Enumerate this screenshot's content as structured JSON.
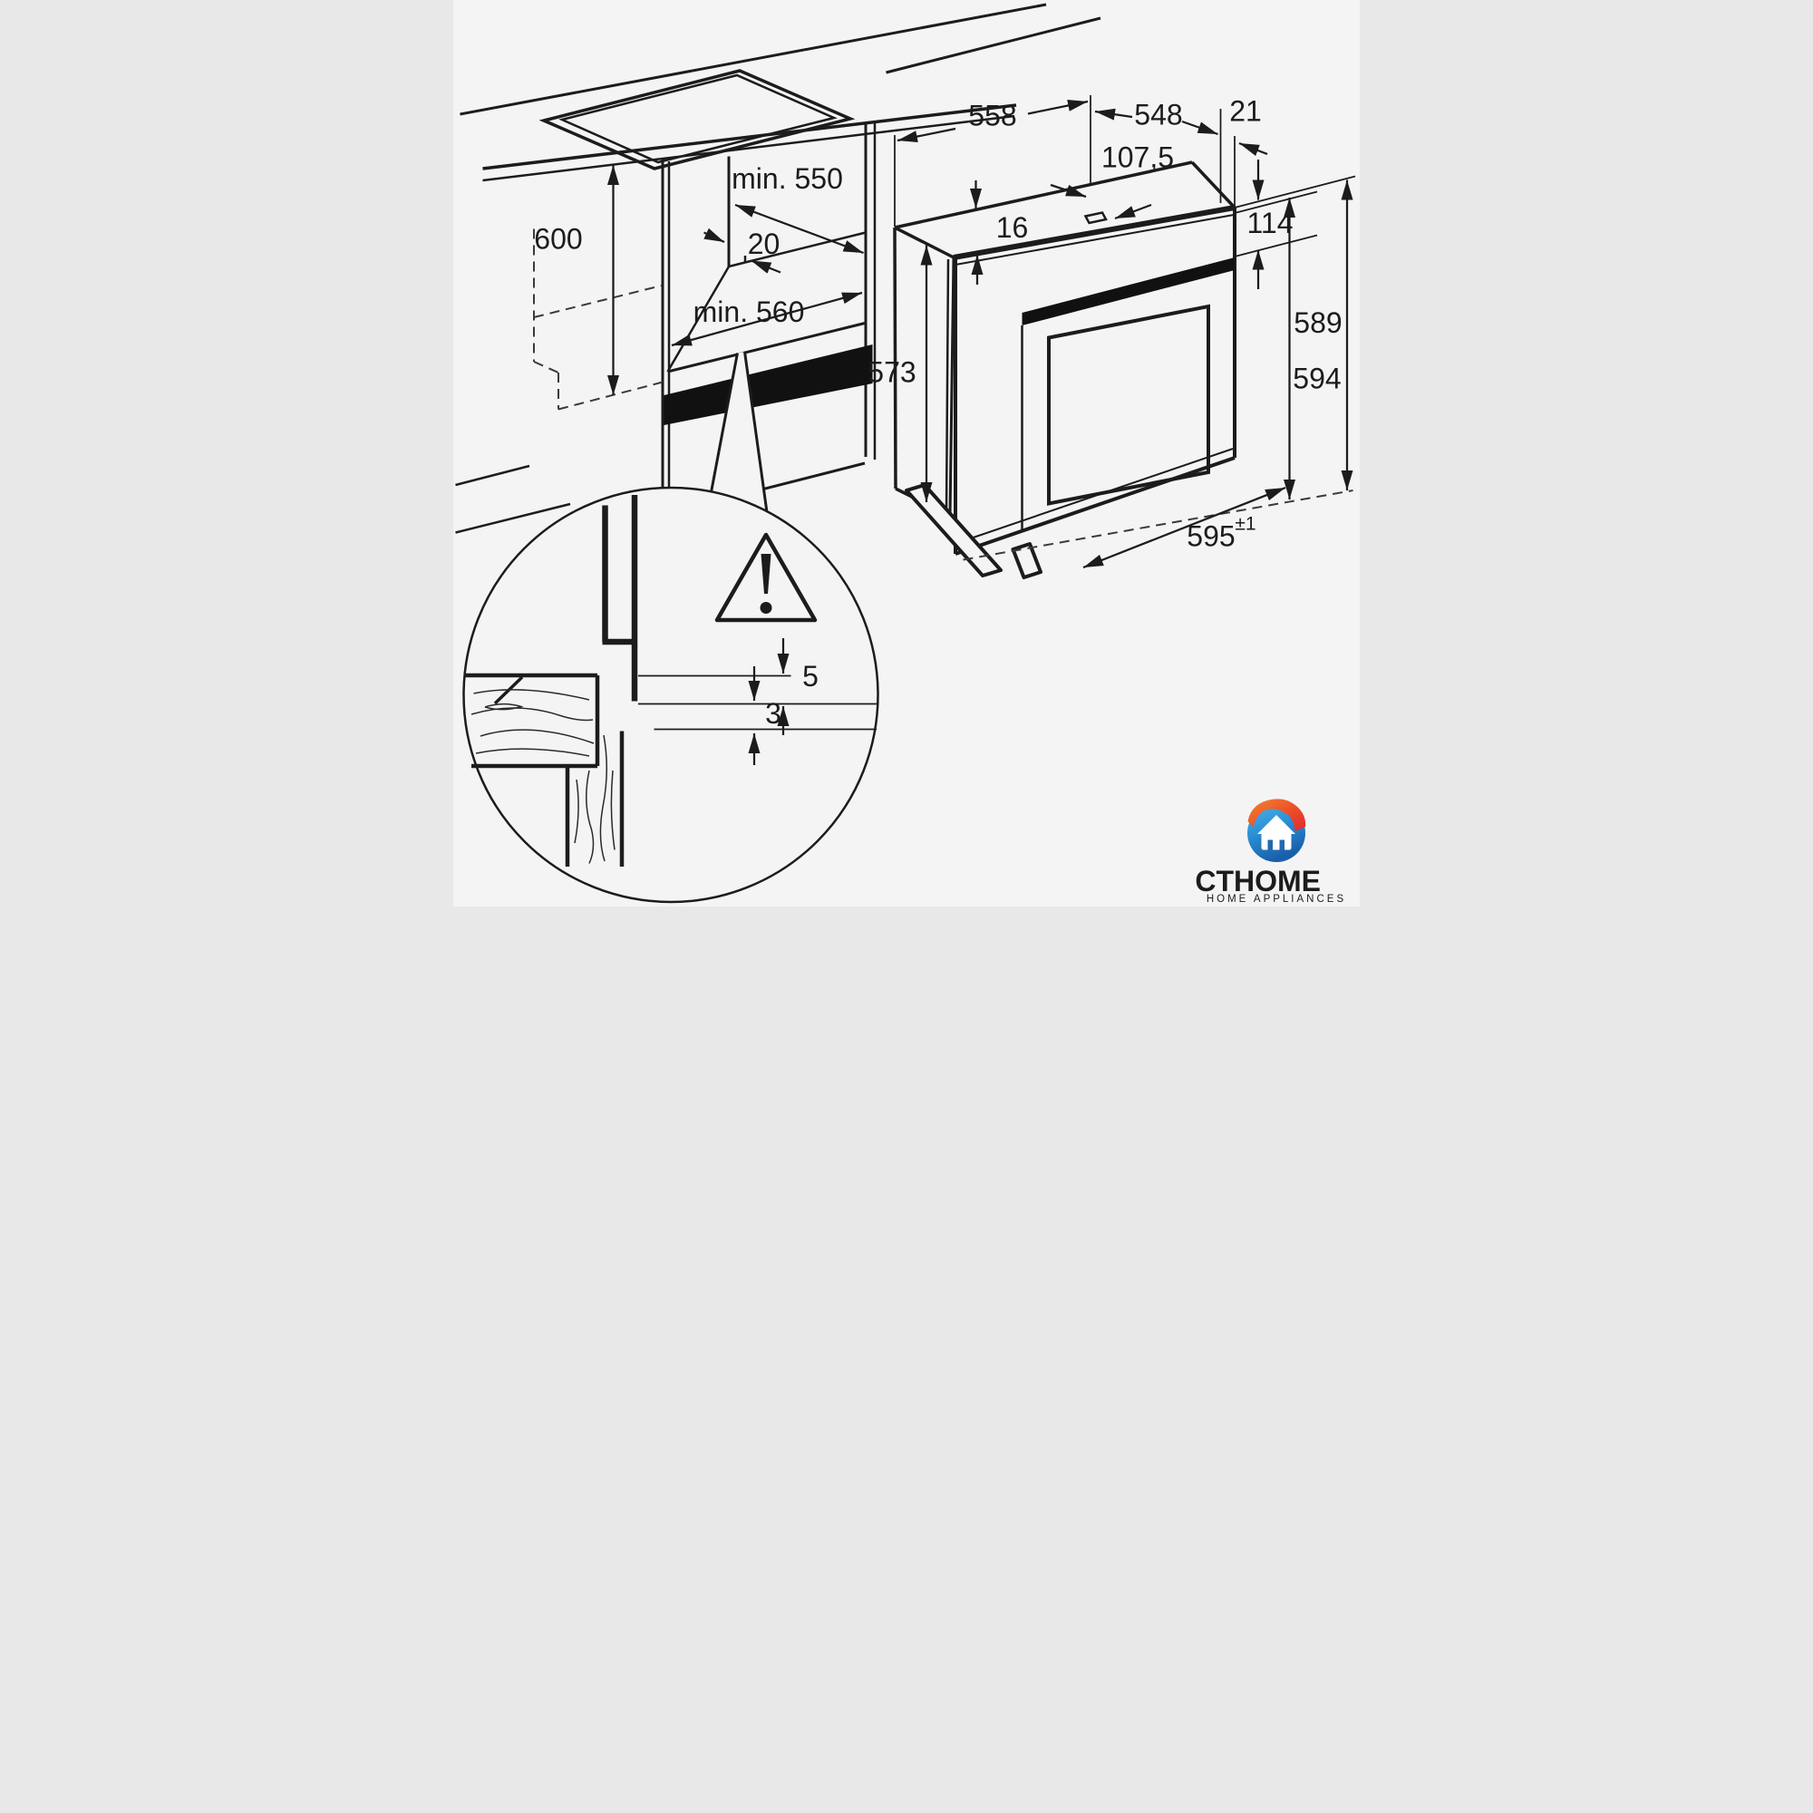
{
  "cabinet": {
    "height": "600",
    "depth_min": "min. 550",
    "rear_gap": "20",
    "width_min": "min. 560"
  },
  "oven": {
    "depth": "558",
    "top_width": "548",
    "trim_overhang": "21",
    "vent_offset": "107,5",
    "top_trim": "16",
    "control_panel_height": "114",
    "carcass_height": "573",
    "front_height": "589",
    "total_height": "594",
    "front_width": "595",
    "front_width_tolerance": "±1"
  },
  "detail": {
    "top_gap": "5",
    "bottom_gap": "3"
  },
  "logo": {
    "ct": "CT",
    "home": "HOME",
    "tagline": "HOME APPLIANCES",
    "ct_color": "#e63229",
    "home_color": "#1878be",
    "tagline_color": "#8f9294"
  },
  "colors": {
    "background": "#f5f4f5",
    "line": "#1c1c1c"
  }
}
